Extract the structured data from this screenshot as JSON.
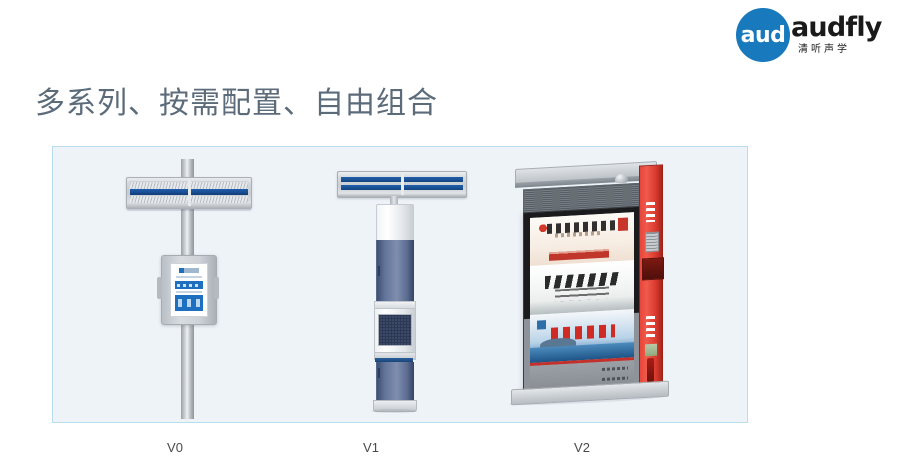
{
  "brand": {
    "logo_mark_text": "aud",
    "logo_mark_icon": "audfly-circle-logo",
    "wordmark": "audfly",
    "sub_wordmark": "清听声学",
    "accent_color": "#1879bd"
  },
  "header": {
    "title": "多系列、按需配置、自由组合",
    "title_color": "#5c6b7a"
  },
  "panel": {
    "background": "#eef3f8",
    "border_color": "#b8dcf0"
  },
  "products": [
    {
      "id": "v0",
      "caption": "V0",
      "type": "pole-mounted directional speaker with control box",
      "parts": {
        "speaker_bar_icon": "horizontal-speaker-bar",
        "accent_stripe_color": "#1f5fae",
        "pole_color": "#c9ced2",
        "control_box_icon": "wall-mounted-control-box",
        "screen_ui_color": "#1f6fc0"
      }
    },
    {
      "id": "v1",
      "caption": "V1",
      "type": "free-standing column speaker",
      "parts": {
        "speaker_bar_icon": "horizontal-speaker-bar-dual-stripe",
        "accent_stripe_color": "#1f5fae",
        "column_color": "#63749a",
        "grille_icon": "mesh-grille-panel",
        "base_color": "#eceff1"
      }
    },
    {
      "id": "v2",
      "caption": "V2",
      "type": "digital advertising kiosk with directional audio",
      "parts": {
        "canopy_icon": "kiosk-canopy",
        "camera_icon": "dome-camera",
        "grille_icon": "top-grille-band",
        "display_icon": "vertical-lcd-display",
        "side_column_color": "#e8463a",
        "emergency_box_icon": "emergency-call-box",
        "speaker_grille_icon": "side-speaker-grille",
        "extinguisher_icon": "fire-extinguisher",
        "base_icon": "kiosk-base-plate"
      },
      "display_posters": [
        {
          "index": 1,
          "palette": "red-cream",
          "note": "calligraphy poster with red seal"
        },
        {
          "index": 2,
          "palette": "ink-wash-white",
          "note": "calligraphy poster on ink wash"
        },
        {
          "index": 3,
          "palette": "blue-red",
          "note": "blue landscape poster with red headline"
        }
      ]
    }
  ],
  "captions": {
    "v0": "V0",
    "v1": "V1",
    "v2": "V2"
  }
}
